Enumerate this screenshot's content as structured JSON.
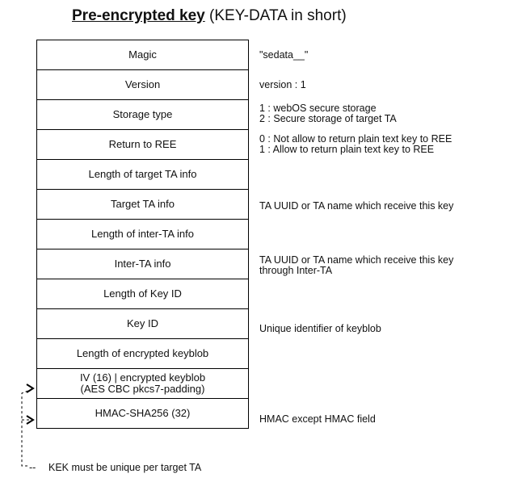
{
  "title": {
    "strong": "Pre-encrypted key",
    "rest": " (KEY-DATA in short)"
  },
  "fields": [
    {
      "label": "Magic",
      "desc": "\"sedata__\""
    },
    {
      "label": "Version",
      "desc": "version : 1"
    },
    {
      "label": "Storage type",
      "desc": "1 : webOS secure storage\n2 : Secure storage of target TA"
    },
    {
      "label": "Return to REE",
      "desc": "0 : Not allow to return plain text key to REE\n1 : Allow to return plain text key to REE"
    },
    {
      "label": "Length of  target TA info",
      "desc": ""
    },
    {
      "label": "Target TA info",
      "desc": "TA UUID or TA name which receive this key"
    },
    {
      "label": "Length of inter-TA info",
      "desc": ""
    },
    {
      "label": "Inter-TA info",
      "desc": "TA UUID or TA name which receive this key\nthrough Inter-TA"
    },
    {
      "label": "Length of Key ID",
      "desc": ""
    },
    {
      "label": "Key ID",
      "desc": "Unique identifier of keyblob"
    },
    {
      "label": "Length of encrypted keyblob",
      "desc": ""
    },
    {
      "label": "IV (16) | encrypted keyblob\n(AES CBC pkcs7-padding)",
      "desc": ""
    },
    {
      "label": "HMAC-SHA256 (32)",
      "desc": "HMAC except HMAC field"
    }
  ],
  "footnote": "KEK must be unique per target TA",
  "footnote_prefix": "--"
}
